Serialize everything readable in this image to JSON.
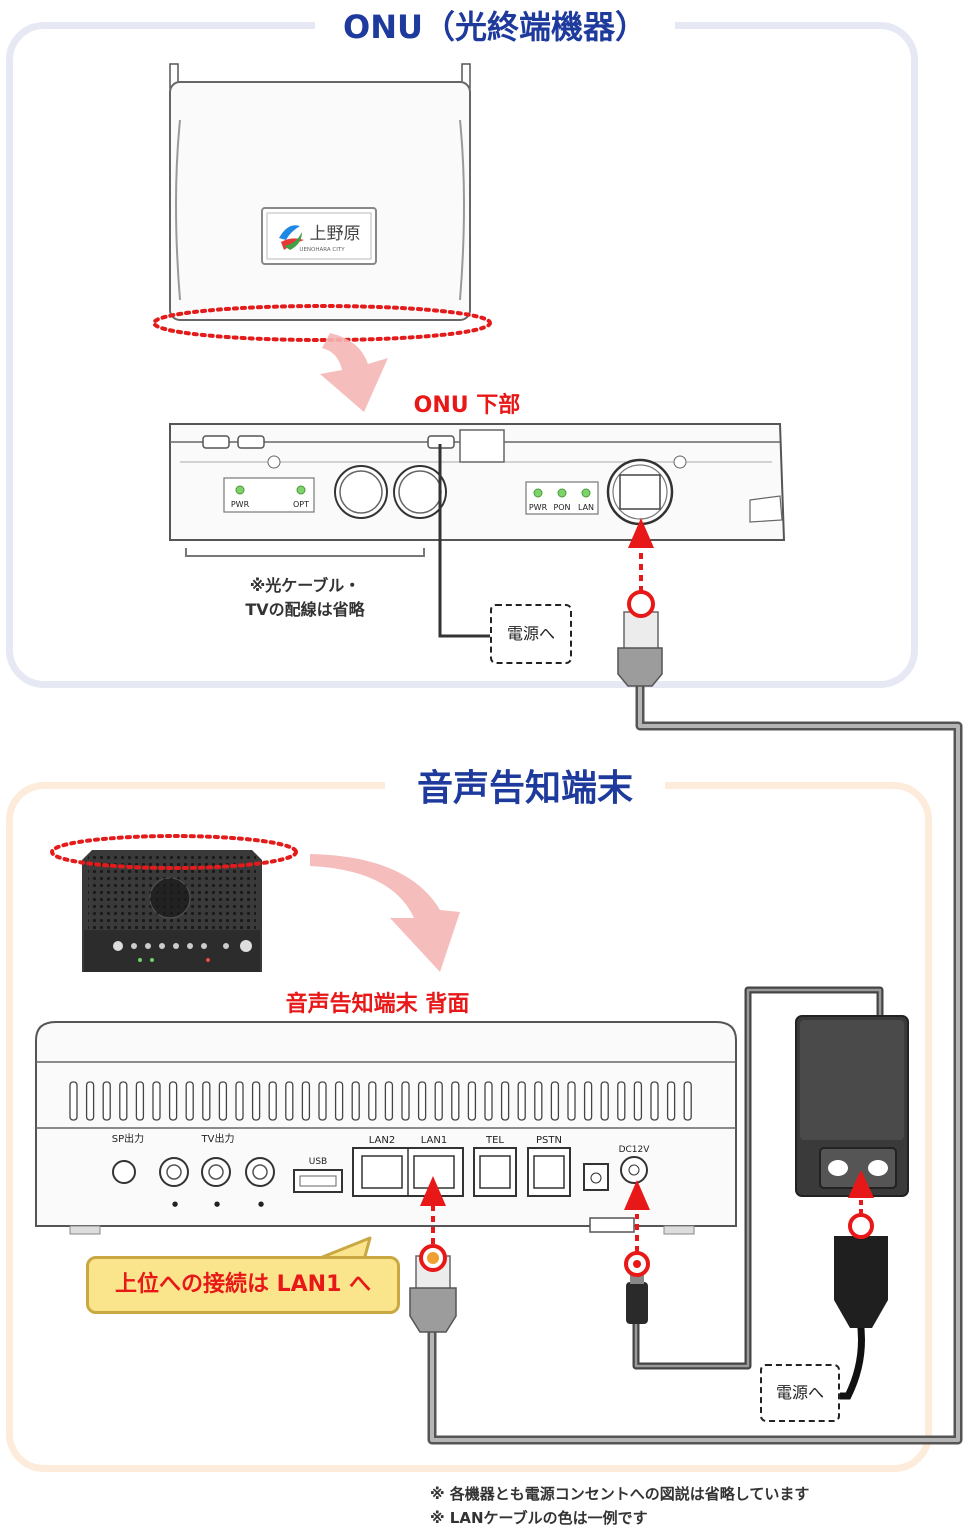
{
  "sections": {
    "onu_title": "ONU（光終端機器）",
    "terminal_title": "音声告知端末"
  },
  "labels": {
    "onu_bottom": "ONU 下部",
    "terminal_rear": "音声告知端末 背面",
    "omit_note_line1": "※光ケーブル・",
    "omit_note_line2": "TVの配線は省略",
    "power_top": "電源へ",
    "power_bottom": "電源へ",
    "lan1_callout": "上位への接続は LAN1 へ",
    "logo_text": "上野原",
    "logo_subtext": "UENOHARA CITY"
  },
  "ports": {
    "onu_leds_left": [
      "PWR",
      "OPT"
    ],
    "onu_leds_right": [
      "PWR",
      "PON",
      "LAN"
    ],
    "terminal": [
      "SP出力",
      "TV出力",
      "USB",
      "LAN2",
      "LAN1",
      "TEL",
      "PSTN",
      "DC12V"
    ]
  },
  "footnotes": [
    "※ 各機器とも電源コンセントへの図説は省略しています",
    "※ LANケーブルの色は一例です"
  ],
  "colors": {
    "title_blue": "#1e3a9c",
    "accent_red": "#e81818",
    "onu_frame": "#e6e8f4",
    "terminal_frame": "#fdecdc",
    "callout_fill": "#fbe58c",
    "cable_gray": "#8a8a8a"
  }
}
